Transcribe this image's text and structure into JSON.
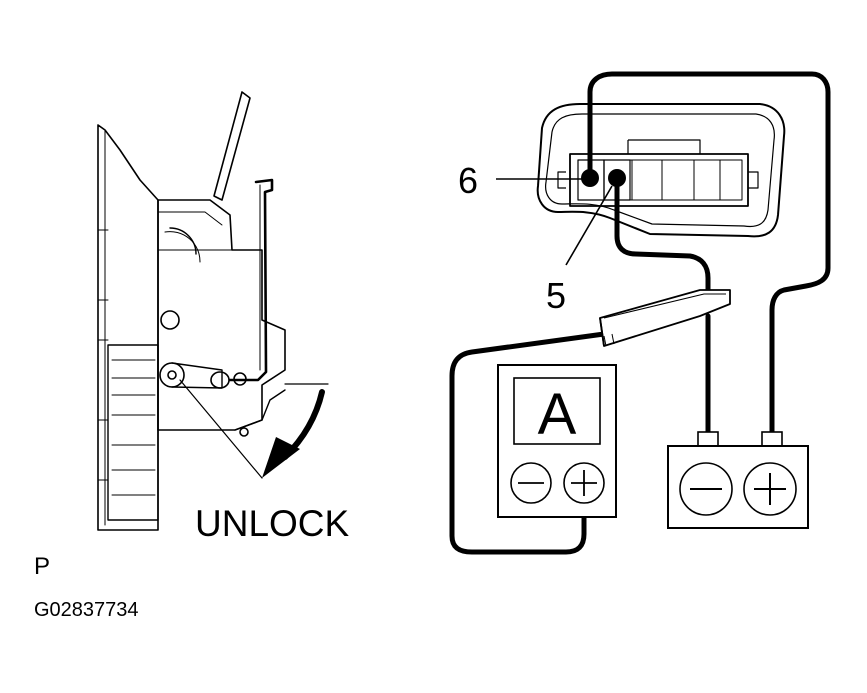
{
  "callouts": {
    "pin_6": "6",
    "pin_5": "5",
    "direction": "UNLOCK"
  },
  "ammeter": {
    "letter": "A",
    "minus_icon": "minus-sign-icon",
    "plus_icon": "plus-sign-icon"
  },
  "battery": {
    "minus_icon": "minus-sign-icon",
    "plus_icon": "plus-sign-icon"
  },
  "footer": {
    "code_letter": "P",
    "figure_id": "G02837734"
  },
  "colors": {
    "ink": "#000000",
    "paper": "#ffffff"
  }
}
